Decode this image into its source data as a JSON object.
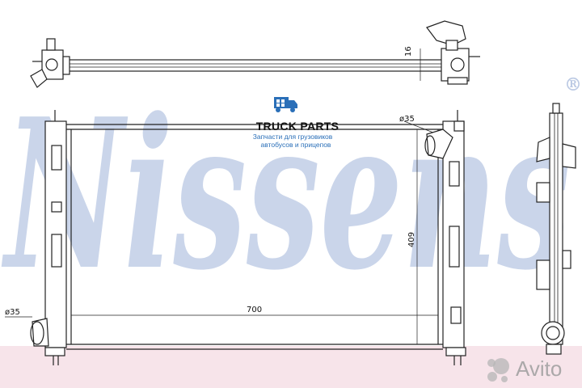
{
  "watermark": {
    "brand": "Nissens",
    "registered": "®",
    "color": "#9fb3d9"
  },
  "logo": {
    "title": "TRUCK PARTS",
    "subtitle_line1": "Запчасти для грузовиков",
    "subtitle_line2": "автобусов и прицепов",
    "accent_color": "#2a6fb8"
  },
  "dimensions": {
    "top_view_depth": "16",
    "top_pipe_diameter": "ø35",
    "bottom_pipe_diameter": "ø35",
    "core_height": "409",
    "core_width": "700"
  },
  "marketplace": {
    "name": "Avito"
  }
}
